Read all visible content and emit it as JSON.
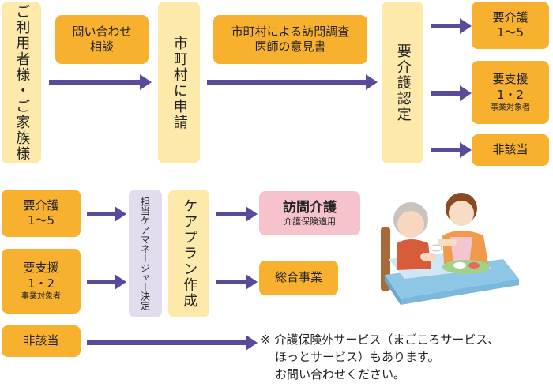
{
  "flow_top": {
    "family": "ご利用者様・ご家族様",
    "inquiry": [
      "問い合わせ",
      "相談"
    ],
    "apply": "市町村に申請",
    "survey": [
      "市町村による訪問調査",
      "医師の意見書"
    ],
    "certification": "要介護認定",
    "outcomes": {
      "care": [
        "要介護",
        "1～5"
      ],
      "support": [
        "要支援",
        "1・2",
        "事業対象者"
      ],
      "none": "非該当"
    }
  },
  "flow_bottom": {
    "care": [
      "要介護",
      "1～5"
    ],
    "support": [
      "要支援",
      "1・2",
      "事業対象者"
    ],
    "none": "非該当",
    "manager": "担当ケアマネージャー決定",
    "careplan": "ケアプラン作成",
    "home_visit": [
      "訪問介護",
      "介護保険適用"
    ],
    "general": "総合事業"
  },
  "note": {
    "line1": "※ 介護保険外サービス（まごころサービス、",
    "line2": "ほっとサービス）もあります。",
    "line3": "お問い合わせください。"
  },
  "colors": {
    "arrow": "#5b4a9c",
    "orange": "#f8b12e",
    "cream": "#fde9a9",
    "pink": "#f6c3cd",
    "lavender": "#e3dbee"
  },
  "illustration": "caregiver-serving-meal-to-elderly-woman-in-bed"
}
